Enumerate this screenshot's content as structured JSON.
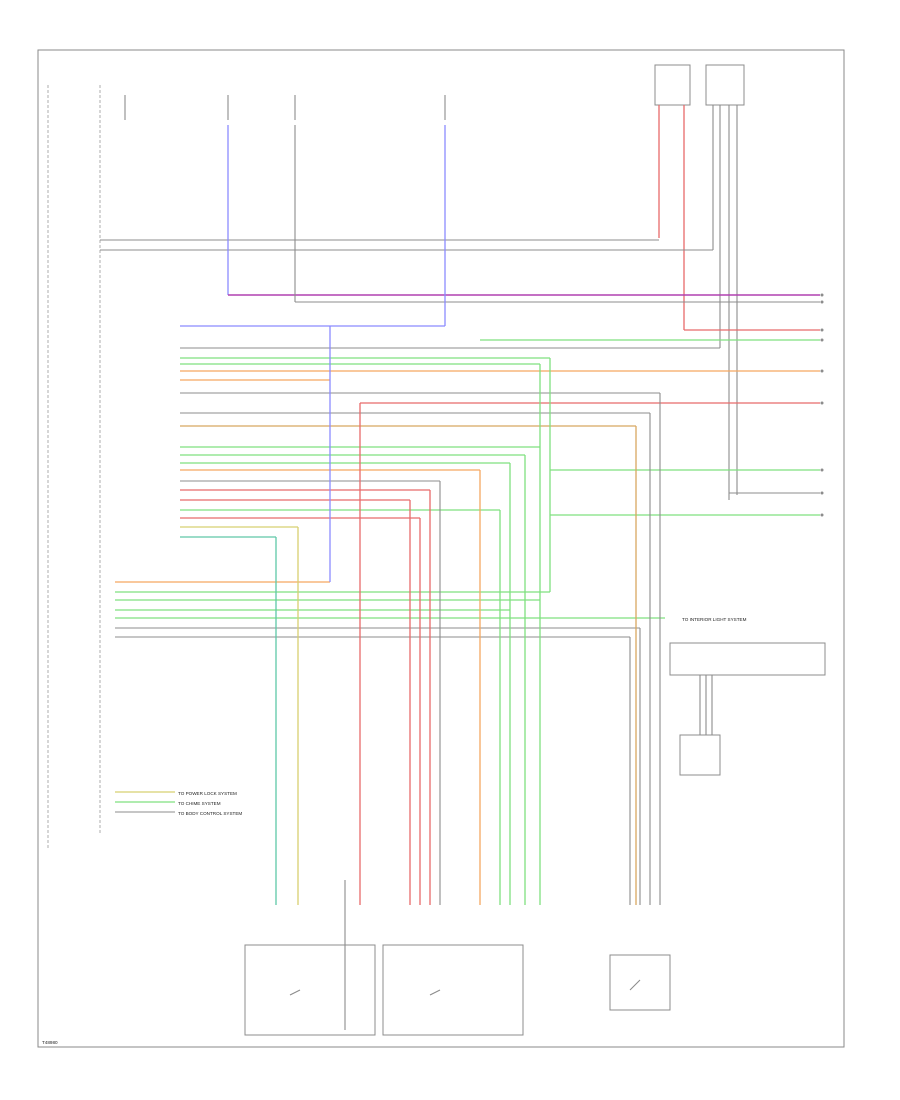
{
  "diagram": {
    "footer_code": "T48980",
    "colors": {
      "frame": "#8a8a8a",
      "wire_gray": "#8c8c8c",
      "wire_blue": "#8b8bff",
      "wire_violet": "#b040b0",
      "wire_green": "#7fe07f",
      "wire_red": "#e86a6a",
      "wire_orange": "#f5a860",
      "wire_yellow": "#d8d070",
      "wire_teal": "#5fc8a8"
    },
    "callouts": {
      "to_interior_light_system": "TO INTERIOR LIGHT SYSTEM",
      "to_power_lock_system": "TO POWER LOCK SYSTEM",
      "to_chime_system": "TO CHIME SYSTEM",
      "to_body_control_system": "TO BODY CONTROL SYSTEM"
    }
  }
}
